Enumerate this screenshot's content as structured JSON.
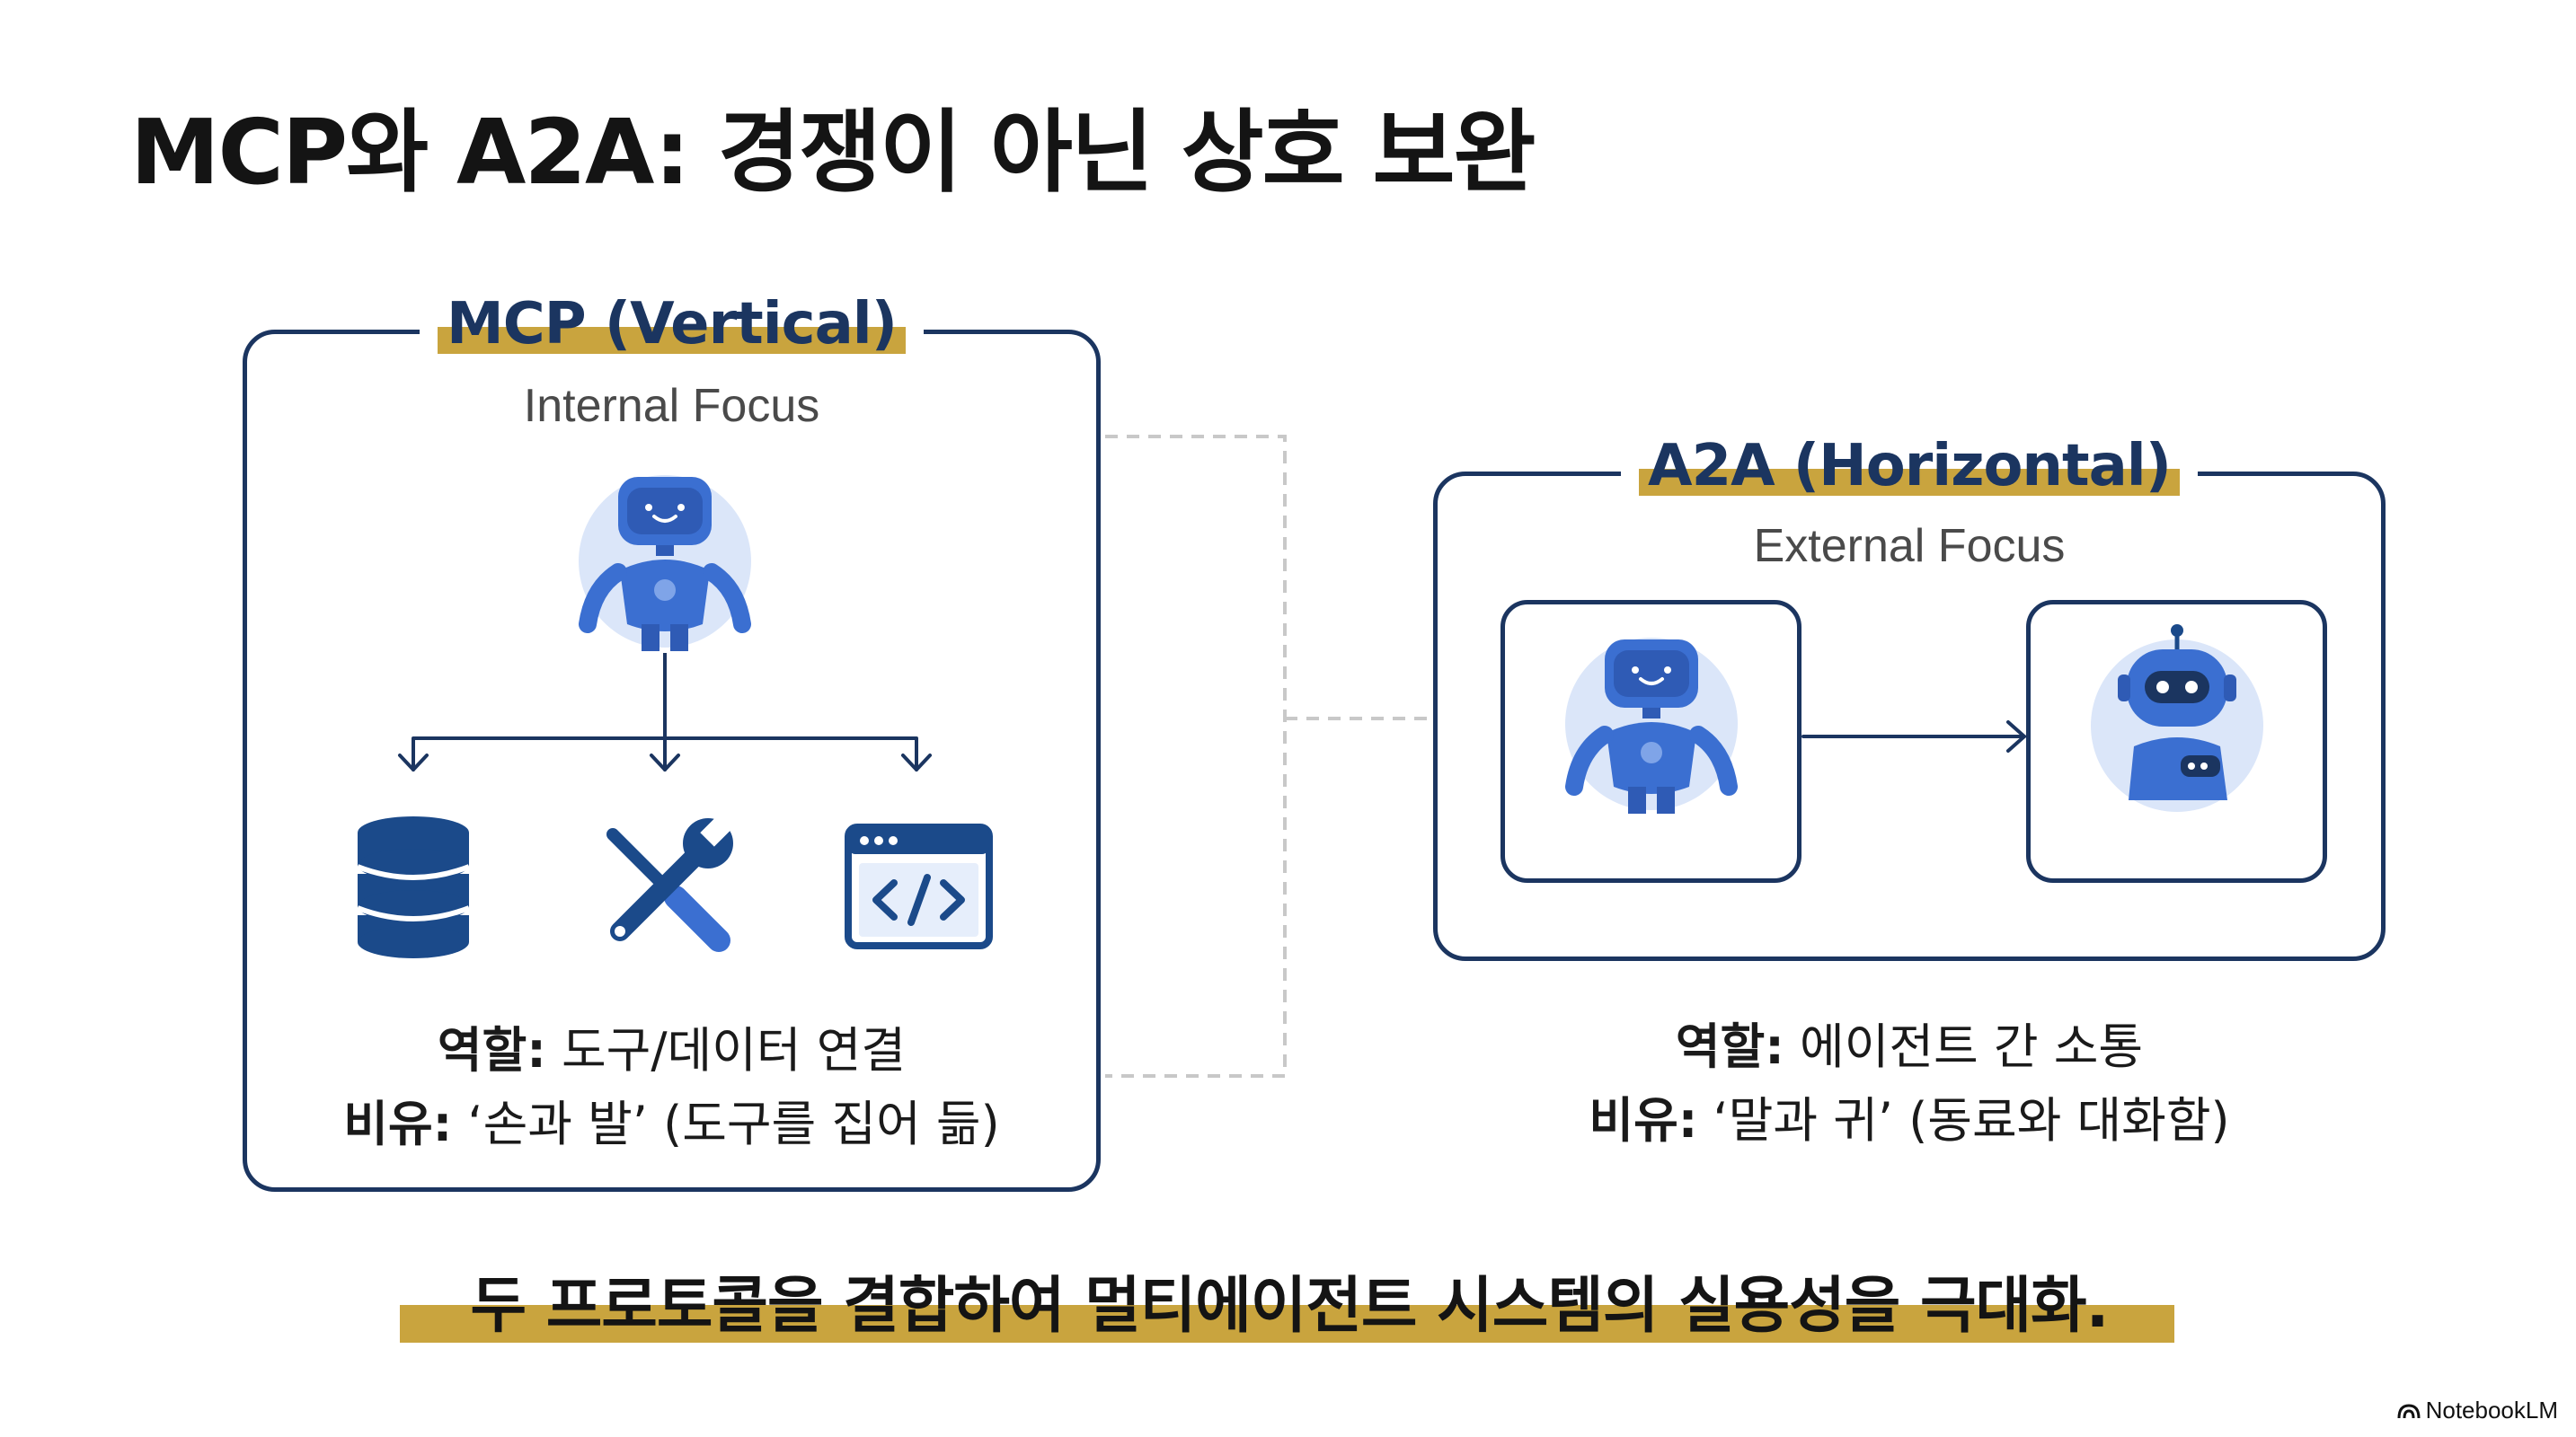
{
  "title": "MCP와 A2A: 경쟁이 아닌 상호 보완",
  "mcp": {
    "title": "MCP (Vertical)",
    "subtitle": "Internal Focus",
    "role_label": "역할:",
    "role_text": " 도구/데이터 연결",
    "analogy_label": "비유:",
    "analogy_text": " ‘손과 발’ (도구를 집어 듦)",
    "icons": [
      "robot-icon",
      "database-icon",
      "tools-icon",
      "code-window-icon"
    ]
  },
  "a2a": {
    "title": "A2A (Horizontal)",
    "subtitle": "External Focus",
    "role_label": "역할:",
    "role_text": " 에이전트 간 소통",
    "analogy_label": "비유:",
    "analogy_text": " ‘말과 귀’ (동료와 대화함)",
    "icons": [
      "robot-icon",
      "robot-antenna-icon"
    ]
  },
  "footer": "두 프로토콜을 결합하여 멀티에이전트 시스템의 실용성을 극대화.",
  "brand": "NotebookLM",
  "colors": {
    "navy": "#1b3560",
    "gold": "#c9a43e",
    "robot_blue": "#3b6fd1",
    "robot_light": "#dbe6f9"
  }
}
